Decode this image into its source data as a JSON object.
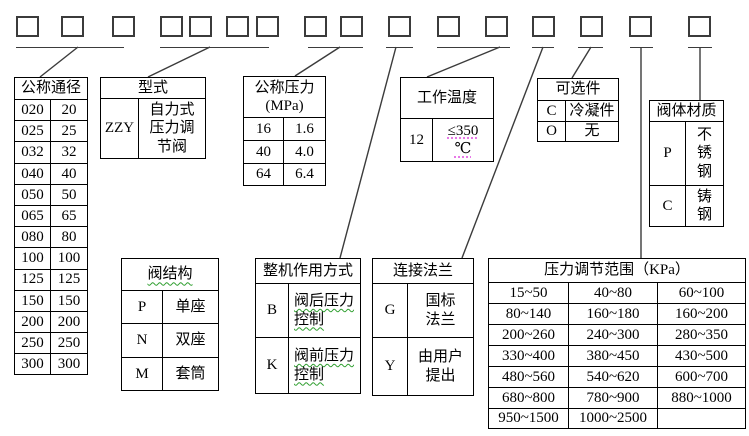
{
  "colors": {
    "background": "#ffffff",
    "text": "#000000",
    "line": "#3b3b3b",
    "table_border": "#000000",
    "spellcheck_wavy": "#2e9e2e",
    "spellcheck_dotted": "#e878e8"
  },
  "tables": {
    "diameter": {
      "title": "公称通径",
      "rows": [
        [
          "020",
          "20"
        ],
        [
          "025",
          "25"
        ],
        [
          "032",
          "32"
        ],
        [
          "040",
          "40"
        ],
        [
          "050",
          "50"
        ],
        [
          "065",
          "65"
        ],
        [
          "080",
          "80"
        ],
        [
          "100",
          "100"
        ],
        [
          "125",
          "125"
        ],
        [
          "150",
          "150"
        ],
        [
          "200",
          "200"
        ],
        [
          "250",
          "250"
        ],
        [
          "300",
          "300"
        ]
      ]
    },
    "type": {
      "title": "型式",
      "rows": [
        [
          "ZZY",
          "自力式\n压力调\n节阀"
        ]
      ]
    },
    "pressure": {
      "title": "公称压力\n(MPa)",
      "rows": [
        [
          "16",
          "1.6"
        ],
        [
          "40",
          "4.0"
        ],
        [
          "64",
          "6.4"
        ]
      ]
    },
    "temperature": {
      "title": "工作温度",
      "rows": [
        [
          "12",
          "≤350\n℃"
        ]
      ]
    },
    "optional": {
      "title": "可选件",
      "rows": [
        [
          "C",
          "冷凝件"
        ],
        [
          "O",
          "无"
        ]
      ]
    },
    "material": {
      "title": "阀体材质",
      "rows": [
        [
          "P",
          "不\n锈\n钢"
        ],
        [
          "C",
          "铸\n钢"
        ]
      ]
    },
    "structure": {
      "title": "阀结构",
      "rows": [
        [
          "P",
          "单座"
        ],
        [
          "N",
          "双座"
        ],
        [
          "M",
          "套筒"
        ]
      ]
    },
    "action": {
      "title": "整机作用方式",
      "rows": [
        [
          "B",
          "阀后压力\n控制"
        ],
        [
          "K",
          "阀前压力\n控制"
        ]
      ]
    },
    "flange": {
      "title": "连接法兰",
      "rows": [
        [
          "G",
          "国标\n法兰"
        ],
        [
          "Y",
          "由用户\n提出"
        ]
      ]
    },
    "range": {
      "title": "压力调节范围（KPa）",
      "rows": [
        [
          "15~50",
          "40~80",
          "60~100"
        ],
        [
          "80~140",
          "160~180",
          "160~200"
        ],
        [
          "200~260",
          "240~300",
          "280~350"
        ],
        [
          "330~400",
          "380~450",
          "430~500"
        ],
        [
          "480~560",
          "540~620",
          "600~700"
        ],
        [
          "680~800",
          "780~900",
          "880~1000"
        ],
        [
          "950~1500",
          "1000~2500",
          ""
        ]
      ]
    }
  }
}
